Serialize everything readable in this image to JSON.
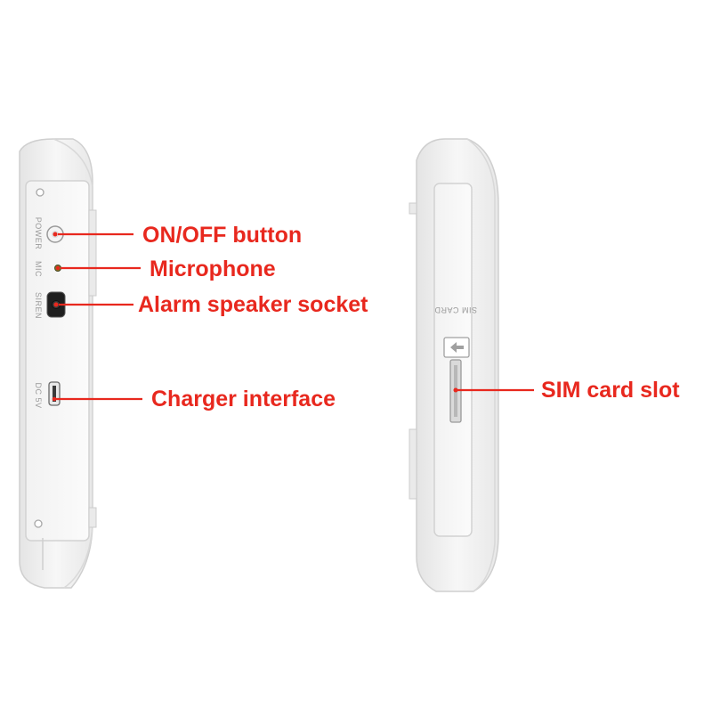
{
  "accent_color": "#e8281e",
  "left_view": {
    "port_labels": {
      "power": "POWER",
      "mic": "MIC",
      "siren": "SIREN",
      "dc": "DC 5V"
    },
    "callouts": {
      "power_button": "ON/OFF button",
      "microphone": "Microphone",
      "alarm_socket": "Alarm speaker socket",
      "charger": "Charger interface"
    }
  },
  "right_view": {
    "port_labels": {
      "sim_card": "SIM CARD"
    },
    "callouts": {
      "sim_slot": "SIM card slot"
    }
  }
}
